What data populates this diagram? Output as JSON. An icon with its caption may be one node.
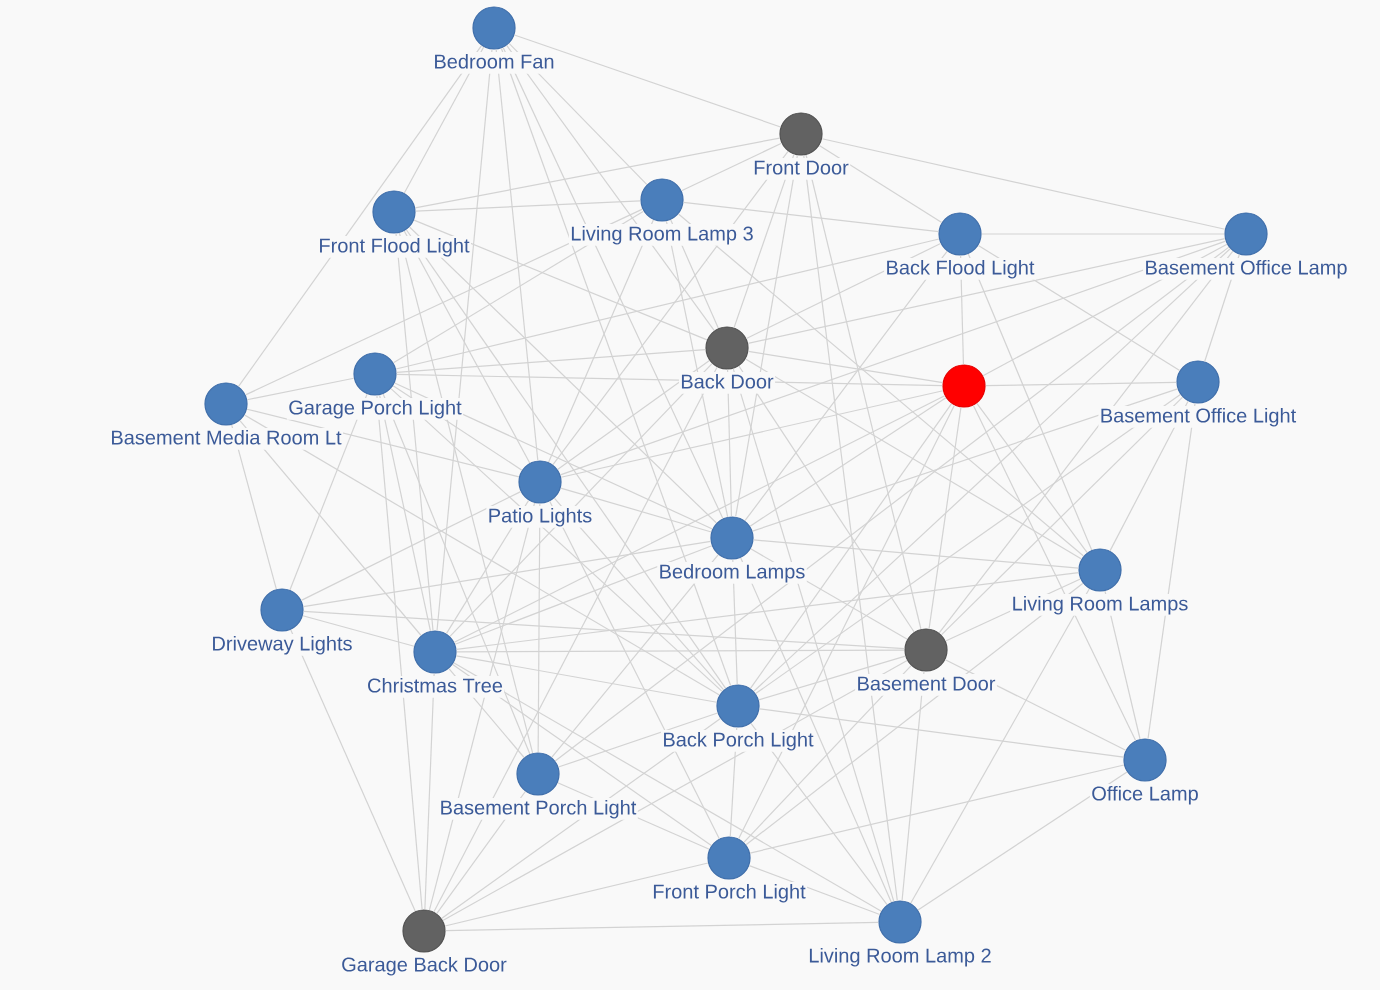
{
  "diagram": {
    "nodes": [
      {
        "text": [
          "Bedroom Fan"
        ]
      },
      {
        "text": [
          "Front Door"
        ]
      },
      {
        "text": [
          "Front Flood Light"
        ]
      },
      {
        "text": [
          "Living Room Lamp 3"
        ]
      },
      {
        "text": [
          "Back Flood Light"
        ]
      },
      {
        "text": [
          "Basement Office Lamp"
        ]
      },
      {
        "text": [
          "Back Door"
        ]
      },
      {
        "text": [],
        "shape": "circle"
      },
      {
        "text": [
          "Garage Porch Light"
        ]
      },
      {
        "text": [
          "Basement Media Room Lt"
        ]
      },
      {
        "text": [
          "Basement Office Light"
        ]
      },
      {
        "text": [
          "Patio Lights"
        ]
      },
      {
        "text": [
          "Bedroom Lamps"
        ]
      },
      {
        "text": [
          "Living Room Lamps"
        ]
      },
      {
        "text": [
          "Driveway Lights"
        ]
      },
      {
        "text": [
          "Christmas Tree"
        ]
      },
      {
        "text": [
          "Basement Door"
        ]
      },
      {
        "text": [
          "Back Porch Light"
        ]
      },
      {
        "text": [
          "Office Lamp"
        ]
      },
      {
        "text": [
          "Basement Porch Light"
        ]
      },
      {
        "text": [
          "Front Porch Light"
        ]
      },
      {
        "text": [
          "Garage Back Door"
        ]
      },
      {
        "text": [
          "Living Room Lamp 2"
        ]
      }
    ],
    "edges": [
      {
        "from": 0,
        "to": 1,
        "arrow": "none"
      },
      {
        "from": 0,
        "to": 2,
        "arrow": "none"
      },
      {
        "from": 0,
        "to": 3,
        "arrow": "none"
      },
      {
        "from": 0,
        "to": 6,
        "arrow": "none"
      },
      {
        "from": 0,
        "to": 9,
        "arrow": "none"
      },
      {
        "from": 0,
        "to": 11,
        "arrow": "none"
      },
      {
        "from": 0,
        "to": 12,
        "arrow": "none"
      },
      {
        "from": 0,
        "to": 15,
        "arrow": "none"
      },
      {
        "from": 0,
        "to": 17,
        "arrow": "none"
      },
      {
        "from": 1,
        "to": 2,
        "arrow": "none"
      },
      {
        "from": 1,
        "to": 3,
        "arrow": "none"
      },
      {
        "from": 1,
        "to": 4,
        "arrow": "none"
      },
      {
        "from": 1,
        "to": 5,
        "arrow": "none"
      },
      {
        "from": 1,
        "to": 6,
        "arrow": "none"
      },
      {
        "from": 1,
        "to": 11,
        "arrow": "none"
      },
      {
        "from": 1,
        "to": 12,
        "arrow": "none"
      },
      {
        "from": 1,
        "to": 16,
        "arrow": "none"
      },
      {
        "from": 1,
        "to": 22,
        "arrow": "none"
      },
      {
        "from": 2,
        "to": 3,
        "arrow": "none"
      },
      {
        "from": 2,
        "to": 6,
        "arrow": "none"
      },
      {
        "from": 2,
        "to": 11,
        "arrow": "none"
      },
      {
        "from": 2,
        "to": 12,
        "arrow": "none"
      },
      {
        "from": 2,
        "to": 15,
        "arrow": "none"
      },
      {
        "from": 2,
        "to": 17,
        "arrow": "none"
      },
      {
        "from": 2,
        "to": 19,
        "arrow": "none"
      },
      {
        "from": 3,
        "to": 4,
        "arrow": "none"
      },
      {
        "from": 3,
        "to": 6,
        "arrow": "none"
      },
      {
        "from": 3,
        "to": 8,
        "arrow": "none"
      },
      {
        "from": 3,
        "to": 9,
        "arrow": "none"
      },
      {
        "from": 3,
        "to": 11,
        "arrow": "none"
      },
      {
        "from": 3,
        "to": 12,
        "arrow": "none"
      },
      {
        "from": 3,
        "to": 13,
        "arrow": "none"
      },
      {
        "from": 4,
        "to": 5,
        "arrow": "none"
      },
      {
        "from": 4,
        "to": 6,
        "arrow": "none"
      },
      {
        "from": 4,
        "to": 7,
        "arrow": "none"
      },
      {
        "from": 4,
        "to": 8,
        "arrow": "none"
      },
      {
        "from": 4,
        "to": 10,
        "arrow": "none"
      },
      {
        "from": 4,
        "to": 12,
        "arrow": "none"
      },
      {
        "from": 4,
        "to": 13,
        "arrow": "none"
      },
      {
        "from": 5,
        "to": 6,
        "arrow": "none"
      },
      {
        "from": 5,
        "to": 7,
        "arrow": "none"
      },
      {
        "from": 5,
        "to": 10,
        "arrow": "none"
      },
      {
        "from": 5,
        "to": 11,
        "arrow": "none"
      },
      {
        "from": 5,
        "to": 16,
        "arrow": "none"
      },
      {
        "from": 5,
        "to": 17,
        "arrow": "none"
      },
      {
        "from": 5,
        "to": 19,
        "arrow": "none"
      },
      {
        "from": 6,
        "to": 7,
        "arrow": "none"
      },
      {
        "from": 6,
        "to": 8,
        "arrow": "none"
      },
      {
        "from": 6,
        "to": 11,
        "arrow": "none"
      },
      {
        "from": 6,
        "to": 12,
        "arrow": "none"
      },
      {
        "from": 6,
        "to": 13,
        "arrow": "none"
      },
      {
        "from": 6,
        "to": 15,
        "arrow": "none"
      },
      {
        "from": 6,
        "to": 16,
        "arrow": "none"
      },
      {
        "from": 6,
        "to": 21,
        "arrow": "none"
      },
      {
        "from": 6,
        "to": 22,
        "arrow": "none"
      },
      {
        "from": 7,
        "to": 8,
        "arrow": "none"
      },
      {
        "from": 7,
        "to": 10,
        "arrow": "none"
      },
      {
        "from": 7,
        "to": 11,
        "arrow": "none"
      },
      {
        "from": 7,
        "to": 12,
        "arrow": "none"
      },
      {
        "from": 7,
        "to": 13,
        "arrow": "none"
      },
      {
        "from": 7,
        "to": 15,
        "arrow": "none"
      },
      {
        "from": 7,
        "to": 16,
        "arrow": "none"
      },
      {
        "from": 7,
        "to": 17,
        "arrow": "none"
      },
      {
        "from": 7,
        "to": 18,
        "arrow": "none"
      },
      {
        "from": 7,
        "to": 20,
        "arrow": "none"
      },
      {
        "from": 8,
        "to": 9,
        "arrow": "none"
      },
      {
        "from": 8,
        "to": 11,
        "arrow": "none"
      },
      {
        "from": 8,
        "to": 12,
        "arrow": "none"
      },
      {
        "from": 8,
        "to": 14,
        "arrow": "none"
      },
      {
        "from": 8,
        "to": 15,
        "arrow": "none"
      },
      {
        "from": 8,
        "to": 17,
        "arrow": "none"
      },
      {
        "from": 8,
        "to": 19,
        "arrow": "none"
      },
      {
        "from": 8,
        "to": 21,
        "arrow": "none"
      },
      {
        "from": 9,
        "to": 11,
        "arrow": "none"
      },
      {
        "from": 9,
        "to": 14,
        "arrow": "none"
      },
      {
        "from": 9,
        "to": 15,
        "arrow": "none"
      },
      {
        "from": 9,
        "to": 17,
        "arrow": "none"
      },
      {
        "from": 10,
        "to": 12,
        "arrow": "none"
      },
      {
        "from": 10,
        "to": 13,
        "arrow": "none"
      },
      {
        "from": 10,
        "to": 16,
        "arrow": "none"
      },
      {
        "from": 10,
        "to": 17,
        "arrow": "none"
      },
      {
        "from": 10,
        "to": 18,
        "arrow": "none"
      },
      {
        "from": 11,
        "to": 12,
        "arrow": "none"
      },
      {
        "from": 11,
        "to": 14,
        "arrow": "none"
      },
      {
        "from": 11,
        "to": 15,
        "arrow": "none"
      },
      {
        "from": 11,
        "to": 17,
        "arrow": "none"
      },
      {
        "from": 11,
        "to": 19,
        "arrow": "none"
      },
      {
        "from": 11,
        "to": 20,
        "arrow": "none"
      },
      {
        "from": 11,
        "to": 21,
        "arrow": "none"
      },
      {
        "from": 12,
        "to": 13,
        "arrow": "none"
      },
      {
        "from": 12,
        "to": 14,
        "arrow": "none"
      },
      {
        "from": 12,
        "to": 15,
        "arrow": "none"
      },
      {
        "from": 12,
        "to": 16,
        "arrow": "none"
      },
      {
        "from": 12,
        "to": 17,
        "arrow": "none"
      },
      {
        "from": 12,
        "to": 19,
        "arrow": "none"
      },
      {
        "from": 12,
        "to": 22,
        "arrow": "none"
      },
      {
        "from": 13,
        "to": 15,
        "arrow": "none"
      },
      {
        "from": 13,
        "to": 16,
        "arrow": "none"
      },
      {
        "from": 13,
        "to": 18,
        "arrow": "none"
      },
      {
        "from": 13,
        "to": 20,
        "arrow": "none"
      },
      {
        "from": 13,
        "to": 22,
        "arrow": "none"
      },
      {
        "from": 14,
        "to": 15,
        "arrow": "none"
      },
      {
        "from": 14,
        "to": 16,
        "arrow": "none"
      },
      {
        "from": 14,
        "to": 21,
        "arrow": "none"
      },
      {
        "from": 15,
        "to": 16,
        "arrow": "none"
      },
      {
        "from": 15,
        "to": 17,
        "arrow": "none"
      },
      {
        "from": 15,
        "to": 19,
        "arrow": "none"
      },
      {
        "from": 15,
        "to": 20,
        "arrow": "none"
      },
      {
        "from": 15,
        "to": 21,
        "arrow": "none"
      },
      {
        "from": 15,
        "to": 22,
        "arrow": "none"
      },
      {
        "from": 16,
        "to": 17,
        "arrow": "none"
      },
      {
        "from": 16,
        "to": 18,
        "arrow": "none"
      },
      {
        "from": 16,
        "to": 20,
        "arrow": "none"
      },
      {
        "from": 16,
        "to": 21,
        "arrow": "none"
      },
      {
        "from": 16,
        "to": 22,
        "arrow": "none"
      },
      {
        "from": 17,
        "to": 18,
        "arrow": "none"
      },
      {
        "from": 17,
        "to": 19,
        "arrow": "none"
      },
      {
        "from": 17,
        "to": 20,
        "arrow": "none"
      },
      {
        "from": 17,
        "to": 21,
        "arrow": "none"
      },
      {
        "from": 17,
        "to": 22,
        "arrow": "none"
      },
      {
        "from": 18,
        "to": 20,
        "arrow": "none"
      },
      {
        "from": 18,
        "to": 22,
        "arrow": "none"
      },
      {
        "from": 19,
        "to": 20,
        "arrow": "none"
      },
      {
        "from": 19,
        "to": 21,
        "arrow": "none"
      },
      {
        "from": 20,
        "to": 21,
        "arrow": "none"
      },
      {
        "from": 20,
        "to": 22,
        "arrow": "none"
      },
      {
        "from": 21,
        "to": 22,
        "arrow": "none"
      }
    ]
  }
}
